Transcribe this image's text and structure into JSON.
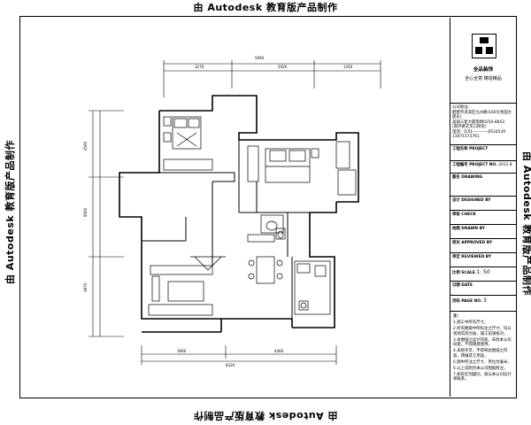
{
  "watermark": {
    "text": "由 Autodesk 教育版产品制作"
  },
  "title_block": {
    "brand": "全品装饰",
    "slogan": "全心全意  铸造精品",
    "company_lines": [
      "公司地址：",
      "鹤壁市淇滨区九州路(166号金田大厦东)",
      "美丽三星大厦南侧0250-8853",
      "(南环路交叉口附近)",
      "电话：0/51-----------0534539",
      "13071573761"
    ],
    "fields": [
      {
        "label": "工程名称 PROJECT",
        "value": ""
      },
      {
        "label": "工程编号 PROJECT NO.",
        "value": "2012.8"
      },
      {
        "label": "图名 DRAWING",
        "value": ""
      },
      {
        "label": "设计 DESIGNED BY",
        "value": ""
      },
      {
        "label": "审核 CHECK",
        "value": ""
      },
      {
        "label": "绘图 DRAWN BY",
        "value": ""
      },
      {
        "label": "校对 APPROVED BY",
        "value": ""
      },
      {
        "label": "审定 REVIEWED BY",
        "value": ""
      },
      {
        "label": "比例 SCALE",
        "value": "1: 50"
      },
      {
        "label": "日期 DATE",
        "value": ""
      },
      {
        "label": "页码 PAGE NO.",
        "value": "3"
      }
    ],
    "notes_title": "注：",
    "notes": [
      "1.施工中所有尺寸，",
      "2.所有图纸中所标注之尺寸，均以现场实际为准，施工前须核对，",
      "3.本图纸之设计内容，未经本公司同意，不得随意使用，",
      "4.未经许可，不得将此图纸之内容，转做其它用途，",
      "5.图中所注之尺寸，单位为毫米，",
      "6.以上说明为本公司图纸附注，",
      "7.如有任何疑问，请与本公司设计师联系，"
    ]
  },
  "dimensions": {
    "top_total": "5960",
    "top_left": "3270",
    "top_mid": "2920",
    "top_right": "1450",
    "bottom_total": "8320",
    "bottom_left": "3960",
    "bottom_right": "4460",
    "left_top": "4560",
    "left_mid": "9560",
    "left_bottom": "3870"
  }
}
